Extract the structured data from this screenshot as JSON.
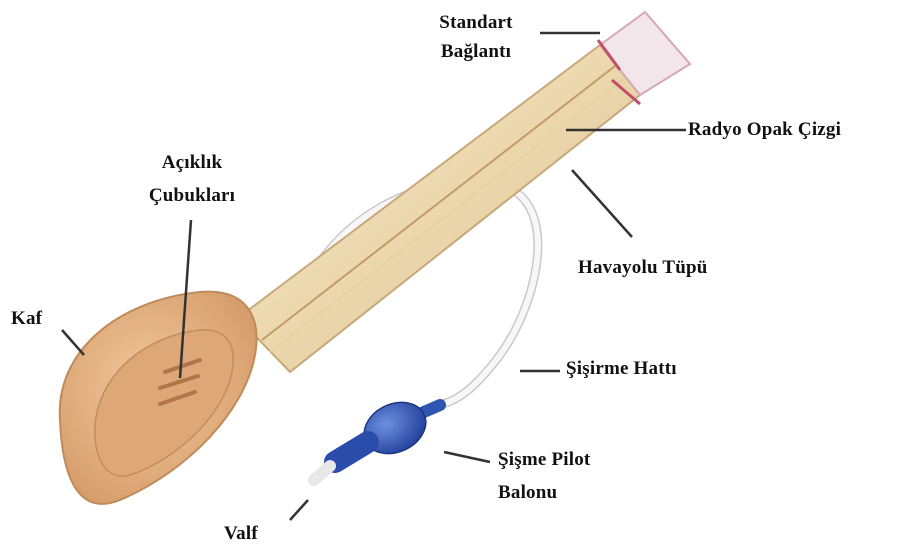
{
  "colors": {
    "tube": "#ecd7ad",
    "tube_edge": "#c8a87a",
    "connector": "#f3e6ea",
    "cuff": "#e8b88a",
    "cuff_inner": "#d9a070",
    "pilot_balloon": "#2f55b3",
    "inflation_line": "#f4f4f4",
    "leader_line": "#333333"
  },
  "labels": {
    "standard_connector_line1": "Standart",
    "standard_connector_line2": "Bağlantı",
    "radiopaque_line": "Radyo Opak Çizgi",
    "aperture_bars_line1": "Açıklık",
    "aperture_bars_line2": "Çubukları",
    "airway_tube": "Havayolu Tüpü",
    "cuff": "Kaf",
    "inflation_line": "Şişirme Hattı",
    "pilot_balloon_line1": "Şişme Pilot",
    "pilot_balloon_line2": "Balonu",
    "valve": "Valf"
  }
}
